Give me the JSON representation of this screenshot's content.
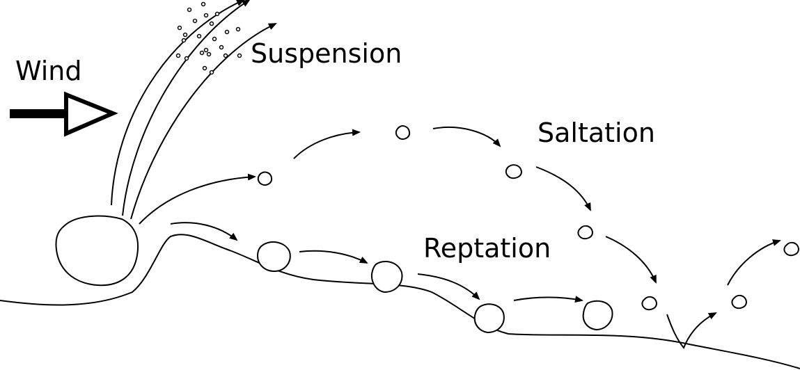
{
  "labels": {
    "wind": "Wind",
    "suspension": "Suspension",
    "saltation": "Saltation",
    "reptation": "Reptation"
  },
  "colors": {
    "stroke": "#000000",
    "background": "#ffffff"
  }
}
